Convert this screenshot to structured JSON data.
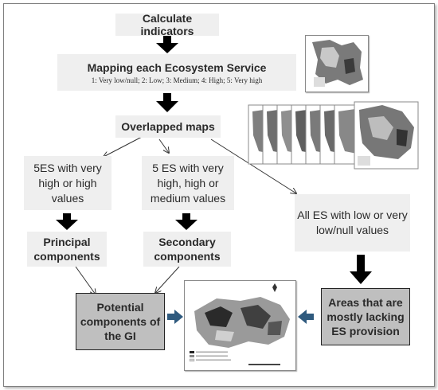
{
  "steps": {
    "calculate": "Calculate indicators",
    "mapping_title": "Mapping each Ecosystem Service",
    "mapping_scale": "1: Very low/null; 2: Low; 3: Medium; 4: High; 5: Very high",
    "overlapped": "Overlapped maps",
    "branch_left": "5ES with very high or high values",
    "branch_mid": "5 ES with very high, high or medium  values",
    "branch_right": "All ES with low or very low/null values",
    "principal": "Principal components",
    "secondary": "Secondary components",
    "potential": "Potential components of the GI",
    "lacking": "Areas that are mostly lacking ES provision"
  },
  "colors": {
    "light_box": "#efefef",
    "dark_box": "#bfbfbf",
    "arrow": "#000000",
    "blue_arrow": "#2f5a7e"
  }
}
